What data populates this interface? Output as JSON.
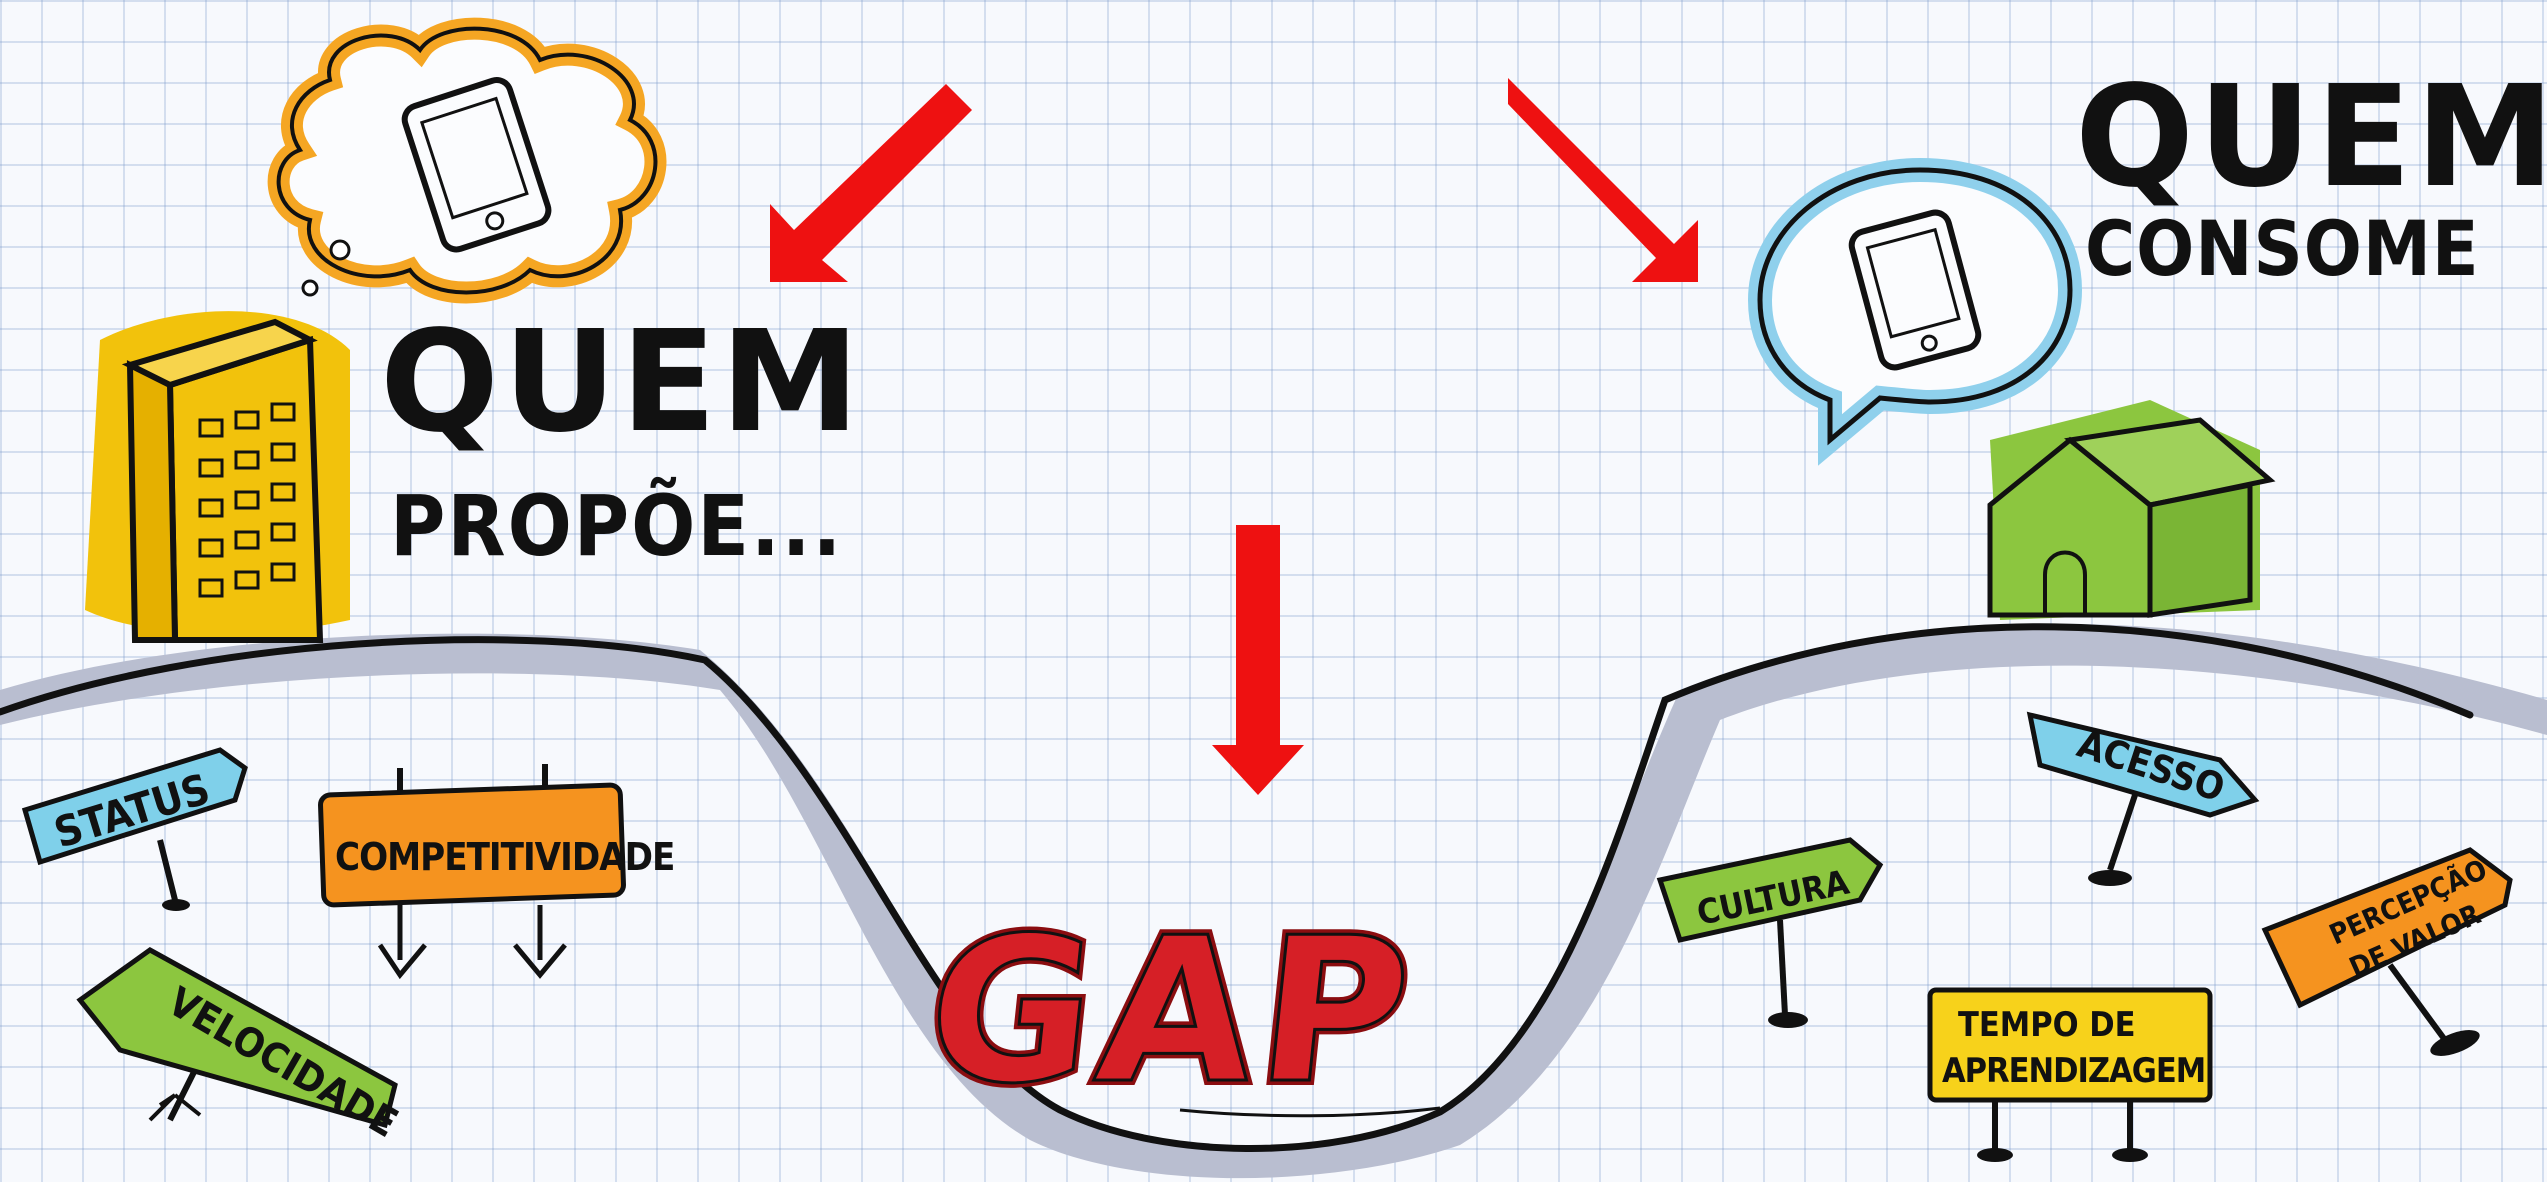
{
  "left_title": {
    "line1": "QUEM",
    "line2": "PROPÕE..."
  },
  "right_title": {
    "line1": "QUEM",
    "line2": "CONSOME"
  },
  "gap_label": "GAP",
  "left_signs": {
    "status": "STATUS",
    "competitividade": "COMPETITIVIDADE",
    "velocidade": "VELOCIDADE"
  },
  "right_signs": {
    "cultura": "CULTURA",
    "acesso": "ACESSO",
    "tempo_line1": "TEMPO DE",
    "tempo_line2": "APRENDIZAGEM",
    "percepcao_line1": "PERCEPÇÃO",
    "percepcao_line2": "DE VALOR"
  },
  "colors": {
    "arrow": "#ee1111",
    "building": "#f2c20c",
    "house": "#8cc63f",
    "bubble_left": "#f5a623",
    "bubble_right": "#8fd0ec",
    "gap": "#c4161c",
    "sign_blue": "#7fd0ea",
    "sign_orange": "#f5931f",
    "sign_green": "#8cc63f",
    "sign_yellow": "#f7d21b",
    "hill_shadow": "#b9bed0"
  },
  "icons": [
    "smartphone-icon",
    "building-icon",
    "house-icon",
    "thought-bubble-icon",
    "speech-bubble-icon",
    "arrow-icon"
  ]
}
